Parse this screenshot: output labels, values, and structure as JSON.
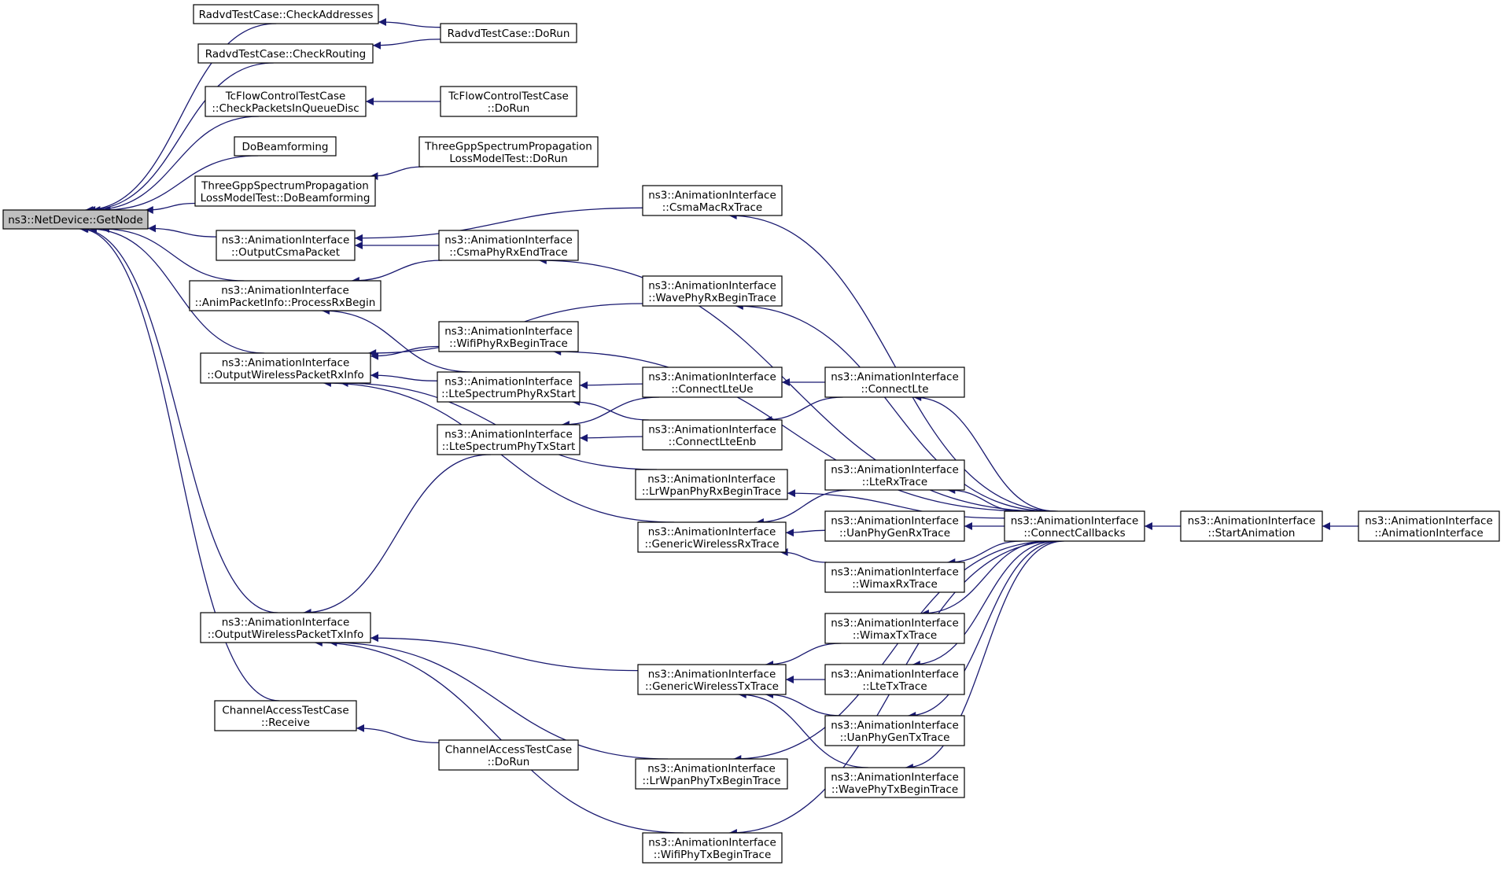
{
  "graph": {
    "root": "getnode",
    "colors": {
      "edge": "#191970",
      "root_fill": "#bfbfbf",
      "node_fill": "#ffffff",
      "node_border": "#000000"
    },
    "nodes": [
      {
        "id": "getnode",
        "lines": [
          "ns3::NetDevice::GetNode"
        ]
      },
      {
        "id": "radvd_checkaddresses",
        "lines": [
          "RadvdTestCase::CheckAddresses"
        ]
      },
      {
        "id": "radvd_checkrouting",
        "lines": [
          "RadvdTestCase::CheckRouting"
        ]
      },
      {
        "id": "radvd_dorun",
        "lines": [
          "RadvdTestCase::DoRun"
        ]
      },
      {
        "id": "tcflow_checkpackets",
        "lines": [
          "TcFlowControlTestCase",
          "::CheckPacketsInQueueDisc"
        ]
      },
      {
        "id": "tcflow_dorun",
        "lines": [
          "TcFlowControlTestCase",
          "::DoRun"
        ]
      },
      {
        "id": "dobeamforming",
        "lines": [
          "DoBeamforming"
        ]
      },
      {
        "id": "threegpp_dobeamforming",
        "lines": [
          "ThreeGppSpectrumPropagation",
          "LossModelTest::DoBeamforming"
        ]
      },
      {
        "id": "threegpp_dorun",
        "lines": [
          "ThreeGppSpectrumPropagation",
          "LossModelTest::DoRun"
        ]
      },
      {
        "id": "csmamacrxtrace",
        "lines": [
          "ns3::AnimationInterface",
          "::CsmaMacRxTrace"
        ]
      },
      {
        "id": "outputcsmapacket",
        "lines": [
          "ns3::AnimationInterface",
          "::OutputCsmaPacket"
        ]
      },
      {
        "id": "csmaphyrxendtrace",
        "lines": [
          "ns3::AnimationInterface",
          "::CsmaPhyRxEndTrace"
        ]
      },
      {
        "id": "processrxbegin",
        "lines": [
          "ns3::AnimationInterface",
          "::AnimPacketInfo::ProcessRxBegin"
        ]
      },
      {
        "id": "wavephyrxbegintrace",
        "lines": [
          "ns3::AnimationInterface",
          "::WavePhyRxBeginTrace"
        ]
      },
      {
        "id": "wifiphyrxbegintrace",
        "lines": [
          "ns3::AnimationInterface",
          "::WifiPhyRxBeginTrace"
        ]
      },
      {
        "id": "outputwirelessrxinfo",
        "lines": [
          "ns3::AnimationInterface",
          "::OutputWirelessPacketRxInfo"
        ]
      },
      {
        "id": "ltespectrumphyrxstart",
        "lines": [
          "ns3::AnimationInterface",
          "::LteSpectrumPhyRxStart"
        ]
      },
      {
        "id": "connectlteue",
        "lines": [
          "ns3::AnimationInterface",
          "::ConnectLteUe"
        ]
      },
      {
        "id": "connectlte",
        "lines": [
          "ns3::AnimationInterface",
          "::ConnectLte"
        ]
      },
      {
        "id": "ltespectrumphytxstart",
        "lines": [
          "ns3::AnimationInterface",
          "::LteSpectrumPhyTxStart"
        ]
      },
      {
        "id": "connectlteenb",
        "lines": [
          "ns3::AnimationInterface",
          "::ConnectLteEnb"
        ]
      },
      {
        "id": "lrwpanphyrxbegintrace",
        "lines": [
          "ns3::AnimationInterface",
          "::LrWpanPhyRxBeginTrace"
        ]
      },
      {
        "id": "lterxtrace",
        "lines": [
          "ns3::AnimationInterface",
          "::LteRxTrace"
        ]
      },
      {
        "id": "genericwirelessrxtrace",
        "lines": [
          "ns3::AnimationInterface",
          "::GenericWirelessRxTrace"
        ]
      },
      {
        "id": "uanphygenrxtrace",
        "lines": [
          "ns3::AnimationInterface",
          "::UanPhyGenRxTrace"
        ]
      },
      {
        "id": "connectcallbacks",
        "lines": [
          "ns3::AnimationInterface",
          "::ConnectCallbacks"
        ]
      },
      {
        "id": "startanimation",
        "lines": [
          "ns3::AnimationInterface",
          "::StartAnimation"
        ]
      },
      {
        "id": "animationinterface",
        "lines": [
          "ns3::AnimationInterface",
          "::AnimationInterface"
        ]
      },
      {
        "id": "wimaxrxtrace",
        "lines": [
          "ns3::AnimationInterface",
          "::WimaxRxTrace"
        ]
      },
      {
        "id": "outputwirelesstxinfo",
        "lines": [
          "ns3::AnimationInterface",
          "::OutputWirelessPacketTxInfo"
        ]
      },
      {
        "id": "wimaxtxtrace",
        "lines": [
          "ns3::AnimationInterface",
          "::WimaxTxTrace"
        ]
      },
      {
        "id": "genericwirelesstxtrace",
        "lines": [
          "ns3::AnimationInterface",
          "::GenericWirelessTxTrace"
        ]
      },
      {
        "id": "ltetxtrace",
        "lines": [
          "ns3::AnimationInterface",
          "::LteTxTrace"
        ]
      },
      {
        "id": "channelaccess_receive",
        "lines": [
          "ChannelAccessTestCase",
          "::Receive"
        ]
      },
      {
        "id": "uanphygentxtrace",
        "lines": [
          "ns3::AnimationInterface",
          "::UanPhyGenTxTrace"
        ]
      },
      {
        "id": "channelaccess_dorun",
        "lines": [
          "ChannelAccessTestCase",
          "::DoRun"
        ]
      },
      {
        "id": "lrwpanphytxbegintrace",
        "lines": [
          "ns3::AnimationInterface",
          "::LrWpanPhyTxBeginTrace"
        ]
      },
      {
        "id": "wavephytxbegintrace",
        "lines": [
          "ns3::AnimationInterface",
          "::WavePhyTxBeginTrace"
        ]
      },
      {
        "id": "wifiphytxbegintrace",
        "lines": [
          "ns3::AnimationInterface",
          "::WifiPhyTxBeginTrace"
        ]
      }
    ],
    "edges": [
      {
        "from": "radvd_checkaddresses",
        "to": "getnode"
      },
      {
        "from": "radvd_checkrouting",
        "to": "getnode"
      },
      {
        "from": "tcflow_checkpackets",
        "to": "getnode"
      },
      {
        "from": "dobeamforming",
        "to": "getnode"
      },
      {
        "from": "threegpp_dobeamforming",
        "to": "getnode"
      },
      {
        "from": "outputcsmapacket",
        "to": "getnode"
      },
      {
        "from": "processrxbegin",
        "to": "getnode"
      },
      {
        "from": "outputwirelessrxinfo",
        "to": "getnode"
      },
      {
        "from": "outputwirelesstxinfo",
        "to": "getnode"
      },
      {
        "from": "channelaccess_receive",
        "to": "getnode"
      },
      {
        "from": "radvd_dorun",
        "to": "radvd_checkaddresses"
      },
      {
        "from": "radvd_dorun",
        "to": "radvd_checkrouting"
      },
      {
        "from": "tcflow_dorun",
        "to": "tcflow_checkpackets"
      },
      {
        "from": "threegpp_dorun",
        "to": "threegpp_dobeamforming"
      },
      {
        "from": "csmamacrxtrace",
        "to": "outputcsmapacket"
      },
      {
        "from": "csmaphyrxendtrace",
        "to": "outputcsmapacket"
      },
      {
        "from": "csmaphyrxendtrace",
        "to": "processrxbegin"
      },
      {
        "from": "ltespectrumphyrxstart",
        "to": "processrxbegin"
      },
      {
        "from": "wavephyrxbegintrace",
        "to": "outputwirelessrxinfo"
      },
      {
        "from": "wifiphyrxbegintrace",
        "to": "outputwirelessrxinfo"
      },
      {
        "from": "ltespectrumphyrxstart",
        "to": "outputwirelessrxinfo"
      },
      {
        "from": "lrwpanphyrxbegintrace",
        "to": "outputwirelessrxinfo"
      },
      {
        "from": "genericwirelessrxtrace",
        "to": "outputwirelessrxinfo"
      },
      {
        "from": "connectlteue",
        "to": "ltespectrumphyrxstart"
      },
      {
        "from": "connectlteenb",
        "to": "ltespectrumphyrxstart"
      },
      {
        "from": "connectlteue",
        "to": "ltespectrumphytxstart"
      },
      {
        "from": "connectlteenb",
        "to": "ltespectrumphytxstart"
      },
      {
        "from": "ltespectrumphytxstart",
        "to": "outputwirelesstxinfo"
      },
      {
        "from": "connectlte",
        "to": "connectlteue"
      },
      {
        "from": "connectlte",
        "to": "connectlteenb"
      },
      {
        "from": "connectcallbacks",
        "to": "connectlte"
      },
      {
        "from": "connectcallbacks",
        "to": "csmamacrxtrace"
      },
      {
        "from": "connectcallbacks",
        "to": "csmaphyrxendtrace"
      },
      {
        "from": "connectcallbacks",
        "to": "wavephyrxbegintrace"
      },
      {
        "from": "connectcallbacks",
        "to": "wifiphyrxbegintrace"
      },
      {
        "from": "connectcallbacks",
        "to": "lrwpanphyrxbegintrace"
      },
      {
        "from": "connectcallbacks",
        "to": "lterxtrace"
      },
      {
        "from": "connectcallbacks",
        "to": "uanphygenrxtrace"
      },
      {
        "from": "connectcallbacks",
        "to": "wimaxrxtrace"
      },
      {
        "from": "connectcallbacks",
        "to": "wimaxtxtrace"
      },
      {
        "from": "connectcallbacks",
        "to": "ltetxtrace"
      },
      {
        "from": "connectcallbacks",
        "to": "uanphygentxtrace"
      },
      {
        "from": "connectcallbacks",
        "to": "wavephytxbegintrace"
      },
      {
        "from": "connectcallbacks",
        "to": "lrwpanphytxbegintrace"
      },
      {
        "from": "connectcallbacks",
        "to": "wifiphytxbegintrace"
      },
      {
        "from": "lterxtrace",
        "to": "genericwirelessrxtrace"
      },
      {
        "from": "uanphygenrxtrace",
        "to": "genericwirelessrxtrace"
      },
      {
        "from": "wimaxrxtrace",
        "to": "genericwirelessrxtrace"
      },
      {
        "from": "wimaxtxtrace",
        "to": "genericwirelesstxtrace"
      },
      {
        "from": "ltetxtrace",
        "to": "genericwirelesstxtrace"
      },
      {
        "from": "uanphygentxtrace",
        "to": "genericwirelesstxtrace"
      },
      {
        "from": "wavephytxbegintrace",
        "to": "genericwirelesstxtrace"
      },
      {
        "from": "genericwirelesstxtrace",
        "to": "outputwirelesstxinfo"
      },
      {
        "from": "lrwpanphytxbegintrace",
        "to": "outputwirelesstxinfo"
      },
      {
        "from": "wifiphytxbegintrace",
        "to": "outputwirelesstxinfo"
      },
      {
        "from": "channelaccess_dorun",
        "to": "channelaccess_receive"
      },
      {
        "from": "startanimation",
        "to": "connectcallbacks"
      },
      {
        "from": "animationinterface",
        "to": "startanimation"
      }
    ]
  }
}
